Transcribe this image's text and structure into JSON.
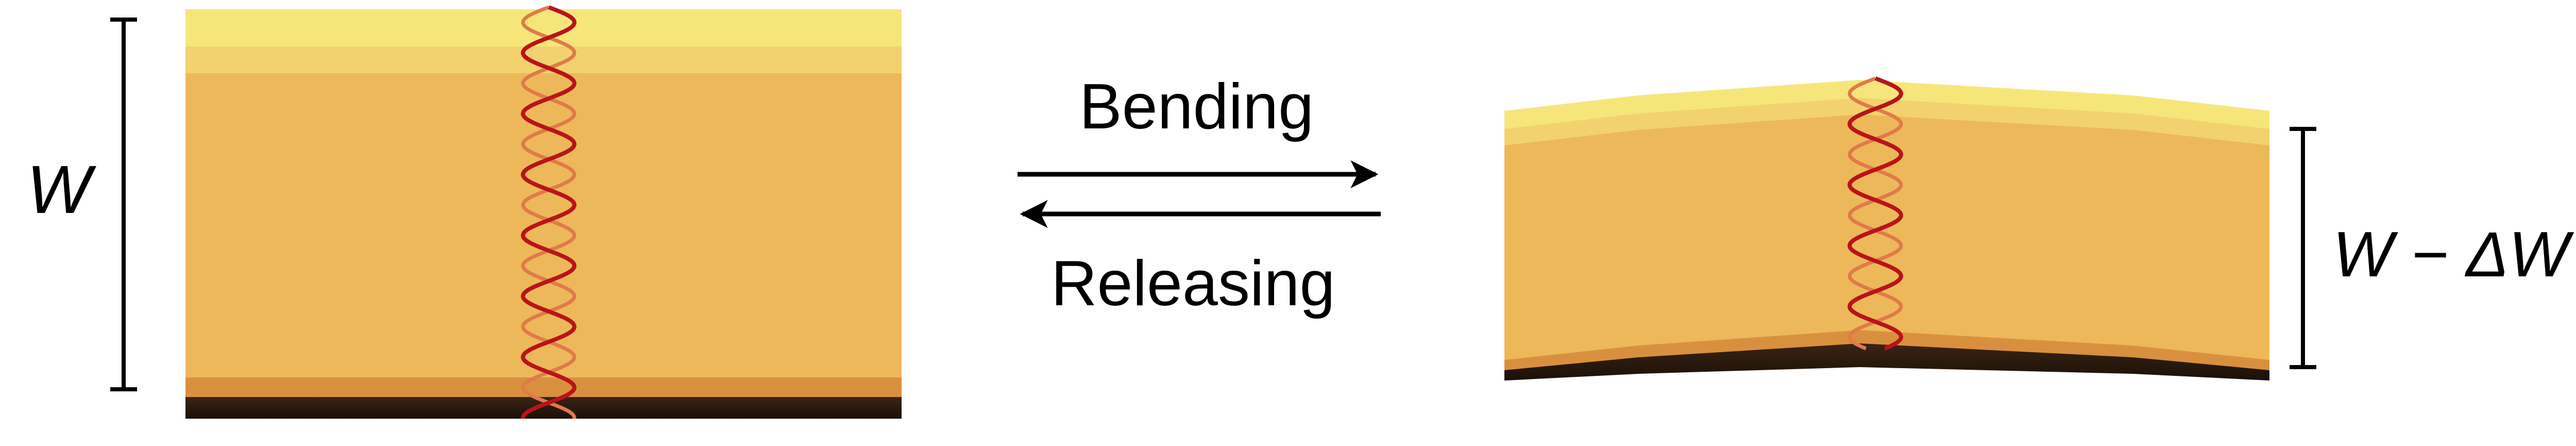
{
  "labels": {
    "width_left": "W",
    "bending": "Bending",
    "releasing": "Releasing",
    "width_right": "W − ΔW"
  },
  "colors": {
    "layer_top": "#F6E67A",
    "layer_mid": "#F2D26E",
    "layer_body": "#EDB85A",
    "layer_lower": "#D9903E",
    "layer_dark": "#2B1B10",
    "helix_a": "#B8141B",
    "helix_b": "#E07A4A",
    "stroke": "#000000"
  }
}
